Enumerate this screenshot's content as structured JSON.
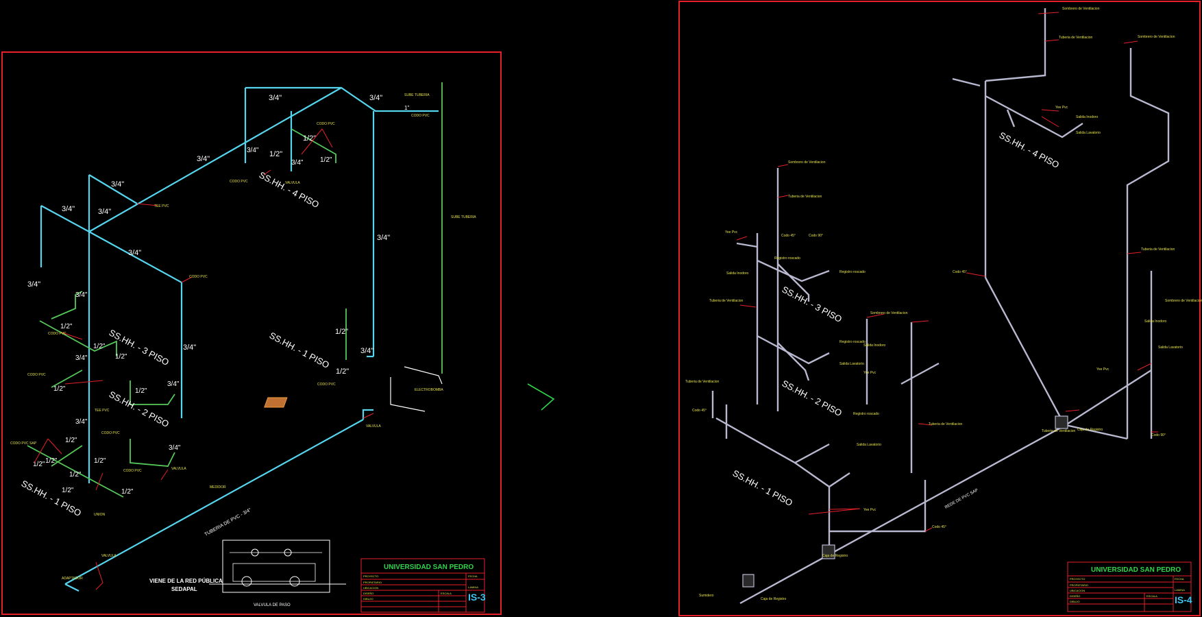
{
  "sheet_left": {
    "floors": [
      "SS.HH. - 4 PISO",
      "SS.HH. - 3 PISO",
      "SS.HH. - 2 PISO",
      "SS.HH. - 1 PISO",
      "SS.HH. - 1 PISO"
    ],
    "dims": [
      "3/4\"",
      "1/2\"",
      "1\""
    ],
    "street_label": "VIENE DE LA RED PÚBLICA",
    "utility_label": "SEDAPAL",
    "detail_caption": "VALVULA DE PASO",
    "title_block": {
      "institution": "UNIVERSIDAD SAN PEDRO",
      "code": "IS-3",
      "field_labels": [
        "PROYECTO",
        "PROPIETARIO",
        "UBICACION",
        "DISEÑO",
        "DIBUJO",
        "ESCALA",
        "FECHA",
        "LAMINA"
      ]
    },
    "notes": [
      "CODO PVC",
      "TEE PVC",
      "VALVULA",
      "CODO PVC SAP",
      "UNION",
      "ADAPTADOR",
      "MEDIDOR",
      "ELECTROBOMBA",
      "SUBE TUBERIA"
    ]
  },
  "sheet_right": {
    "floors": [
      "SS.HH. - 4 PISO",
      "SS.HH. - 3 PISO",
      "SS.HH. - 2 PISO",
      "SS.HH. - 1 PISO"
    ],
    "main_pipe_label": "REDE DE PVC SAP",
    "title_block": {
      "institution": "UNIVERSIDAD SAN PEDRO",
      "code": "IS-4",
      "field_labels": [
        "PROYECTO",
        "PROPIETARIO",
        "UBICACION",
        "DISEÑO",
        "DIBUJO",
        "ESCALA",
        "FECHA",
        "LAMINA"
      ]
    },
    "notes": [
      "Sombrero de Ventilacion",
      "Tuberia de Ventilacion",
      "Yee Pvc",
      "Codo 45°",
      "Codo 90°",
      "Salida Inodoro",
      "Salida Lavatorio",
      "Registro roscado",
      "Caja de Registro",
      "Sumidero"
    ]
  },
  "colors": {
    "background": "#000000",
    "frame": "#e8202a",
    "cold_water": "#55d6ee",
    "branch": "#55c85a",
    "dim_text": "#ffffff",
    "note_text": "#e6e24a",
    "leader": "#e8202a",
    "drain": "#b8b8d0"
  },
  "icons": [
    "chevron-right-icon"
  ]
}
